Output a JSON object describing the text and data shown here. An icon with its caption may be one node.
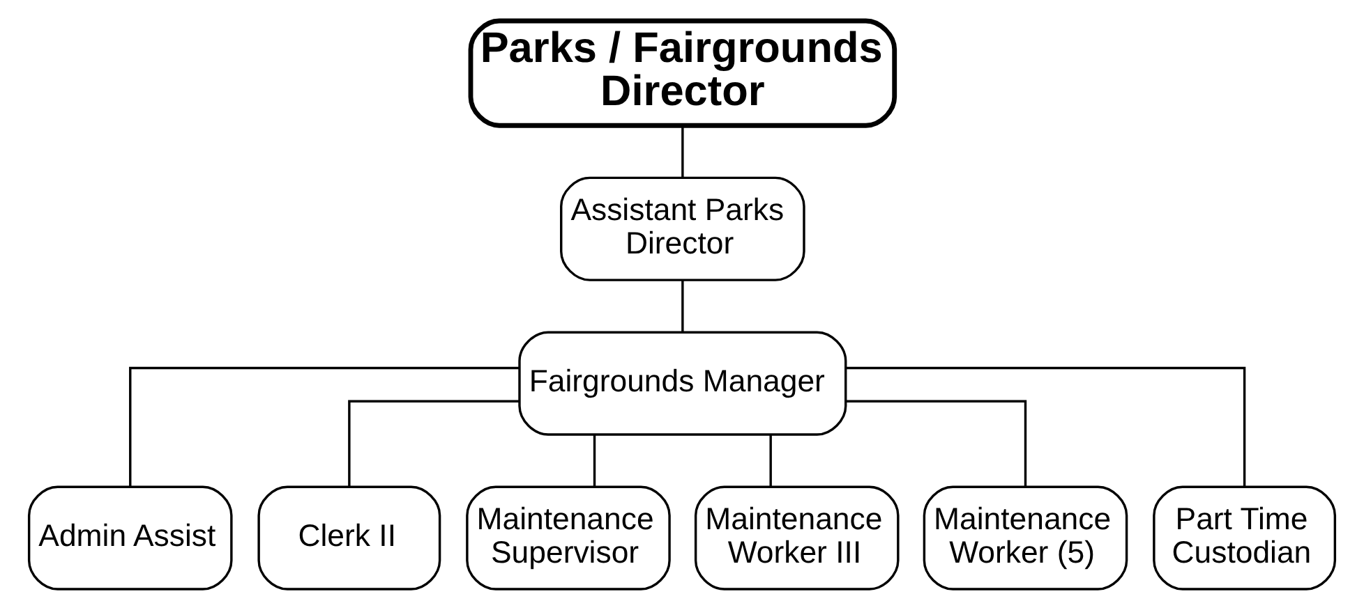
{
  "diagram": {
    "nodes": [
      {
        "text": [
          "Parks / Fairgrounds Director"
        ]
      },
      {
        "text": [
          "Assistant Parks Director"
        ]
      },
      {
        "text": [
          "Fairgrounds Manager"
        ]
      },
      {
        "text": [
          "Admin Assist"
        ]
      },
      {
        "text": [
          "Clerk II"
        ]
      },
      {
        "text": [
          "Maintenance Supervisor"
        ]
      },
      {
        "text": [
          "Maintenance Worker III"
        ]
      },
      {
        "text": [
          "Maintenance Worker (5)"
        ]
      },
      {
        "text": [
          "Part Time Custodian"
        ]
      }
    ],
    "edges": [
      {
        "from": 0,
        "to": 1,
        "arrow": "none"
      },
      {
        "from": 1,
        "to": 2,
        "arrow": "none"
      },
      {
        "from": 2,
        "to": 3,
        "arrow": "none"
      },
      {
        "from": 2,
        "to": 4,
        "arrow": "none"
      },
      {
        "from": 2,
        "to": 5,
        "arrow": "none"
      },
      {
        "from": 2,
        "to": 6,
        "arrow": "none"
      },
      {
        "from": 2,
        "to": 7,
        "arrow": "none"
      },
      {
        "from": 2,
        "to": 8,
        "arrow": "none"
      }
    ]
  }
}
